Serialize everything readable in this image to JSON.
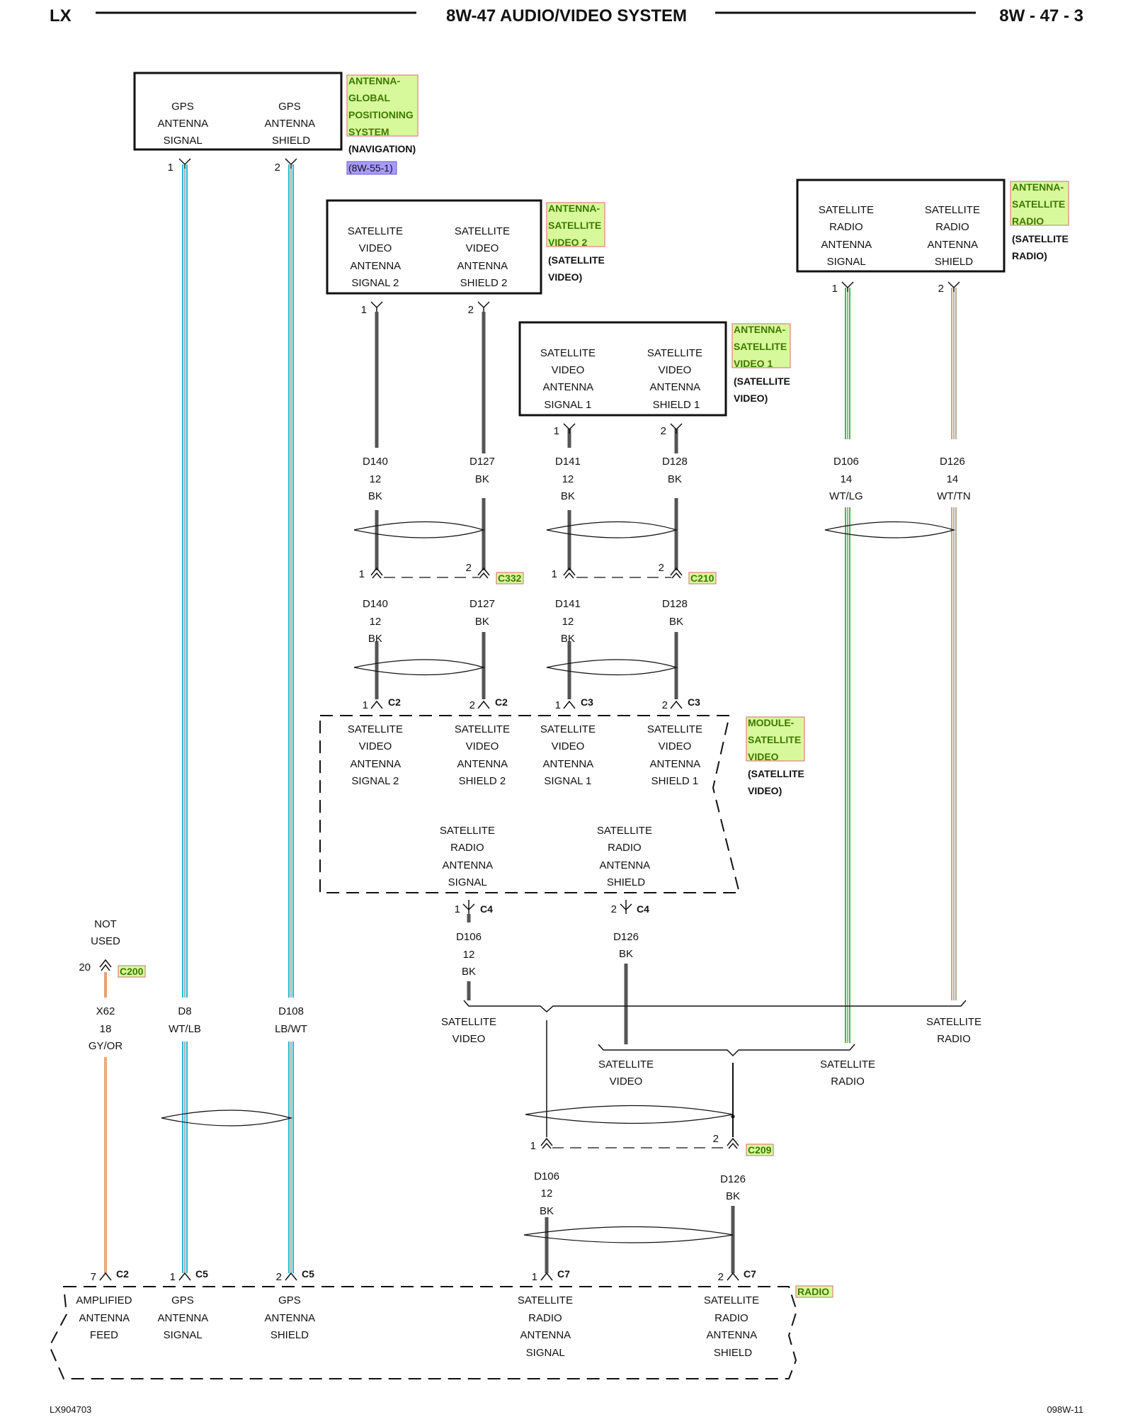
{
  "header": {
    "left": "LX",
    "title": "8W-47 AUDIO/VIDEO SYSTEM",
    "right": "8W - 47 - 3"
  },
  "footer": {
    "left": "LX904703",
    "right": "098W-11"
  },
  "gps_box": {
    "sig": [
      "GPS",
      "ANTENNA",
      "SIGNAL"
    ],
    "shd": [
      "GPS",
      "ANTENNA",
      "SHIELD"
    ],
    "label": [
      "ANTENNA-",
      "GLOBAL",
      "POSITIONING",
      "SYSTEM"
    ],
    "sub": "(NAVIGATION)",
    "ref": "(8W-55-1)",
    "pin1": "1",
    "pin2": "2"
  },
  "sv2_box": {
    "sig": [
      "SATELLITE",
      "VIDEO",
      "ANTENNA",
      "SIGNAL 2"
    ],
    "shd": [
      "SATELLITE",
      "VIDEO",
      "ANTENNA",
      "SHIELD 2"
    ],
    "label": [
      "ANTENNA-",
      "SATELLITE",
      "VIDEO 2"
    ],
    "sub": [
      "(SATELLITE",
      "VIDEO)"
    ],
    "pin1": "1",
    "pin2": "2"
  },
  "sv1_box": {
    "sig": [
      "SATELLITE",
      "VIDEO",
      "ANTENNA",
      "SIGNAL 1"
    ],
    "shd": [
      "SATELLITE",
      "VIDEO",
      "ANTENNA",
      "SHIELD 1"
    ],
    "label": [
      "ANTENNA-",
      "SATELLITE",
      "VIDEO 1"
    ],
    "sub": [
      "(SATELLITE",
      "VIDEO)"
    ],
    "pin1": "1",
    "pin2": "2"
  },
  "sr_box": {
    "sig": [
      "SATELLITE",
      "RADIO",
      "ANTENNA",
      "SIGNAL"
    ],
    "shd": [
      "SATELLITE",
      "RADIO",
      "ANTENNA",
      "SHIELD"
    ],
    "label": [
      "ANTENNA-",
      "SATELLITE",
      "RADIO"
    ],
    "sub": [
      "(SATELLITE",
      "RADIO)"
    ],
    "pin1": "1",
    "pin2": "2"
  },
  "wires_top": {
    "d140": [
      "D140",
      "12",
      "BK"
    ],
    "d127": [
      "D127",
      "",
      "BK"
    ],
    "d141": [
      "D141",
      "12",
      "BK"
    ],
    "d128": [
      "D128",
      "",
      "BK"
    ],
    "d106": [
      "D106",
      "14",
      "WT/LG"
    ],
    "d126": [
      "D126",
      "14",
      "WT/TN"
    ]
  },
  "c332": {
    "name": "C332",
    "pin1": "1",
    "pin2": "2"
  },
  "c210": {
    "name": "C210",
    "pin1": "1",
    "pin2": "2"
  },
  "wires_mid": {
    "d140": [
      "D140",
      "12",
      "BK"
    ],
    "d127": [
      "D127",
      "",
      "BK"
    ],
    "d141": [
      "D141",
      "12",
      "BK"
    ],
    "d128": [
      "D128",
      "",
      "BK"
    ]
  },
  "module_pins": {
    "c2a": [
      "1",
      "C2"
    ],
    "c2b": [
      "2",
      "C2"
    ],
    "c3a": [
      "1",
      "C3"
    ],
    "c3b": [
      "2",
      "C3"
    ]
  },
  "module": {
    "svs2": [
      "SATELLITE",
      "VIDEO",
      "ANTENNA",
      "SIGNAL 2"
    ],
    "svsh2": [
      "SATELLITE",
      "VIDEO",
      "ANTENNA",
      "SHIELD 2"
    ],
    "svs1": [
      "SATELLITE",
      "VIDEO",
      "ANTENNA",
      "SIGNAL 1"
    ],
    "svsh1": [
      "SATELLITE",
      "VIDEO",
      "ANTENNA",
      "SHIELD 1"
    ],
    "srs": [
      "SATELLITE",
      "RADIO",
      "ANTENNA",
      "SIGNAL"
    ],
    "srsh": [
      "SATELLITE",
      "RADIO",
      "ANTENNA",
      "SHIELD"
    ],
    "label": [
      "MODULE-",
      "SATELLITE",
      "VIDEO"
    ],
    "sub": [
      "(SATELLITE",
      "VIDEO)"
    ]
  },
  "c4": {
    "a": [
      "1",
      "C4"
    ],
    "b": [
      "2",
      "C4"
    ]
  },
  "mod_out": {
    "d106": [
      "D106",
      "12",
      "BK"
    ],
    "d126": [
      "D126",
      "BK"
    ]
  },
  "not_used": [
    "NOT",
    "USED"
  ],
  "c200": {
    "pin": "20",
    "name": "C200"
  },
  "left_wires": {
    "x62": [
      "X62",
      "18",
      "GY/OR"
    ],
    "d8": [
      "D8",
      "WT/LB"
    ],
    "d108": [
      "D108",
      "LB/WT"
    ]
  },
  "splices": {
    "sat_video_left": [
      "SATELLITE",
      "VIDEO"
    ],
    "sat_radio_right": [
      "SATELLITE",
      "RADIO"
    ],
    "sat_video_mid": [
      "SATELLITE",
      "VIDEO"
    ],
    "sat_radio_mid": [
      "SATELLITE",
      "RADIO"
    ]
  },
  "c209": {
    "name": "C209",
    "pin1": "1",
    "pin2": "2"
  },
  "bottom_wires": {
    "d106": [
      "D106",
      "12",
      "BK"
    ],
    "d126": [
      "D126",
      "BK"
    ]
  },
  "radio_pins": {
    "c2": [
      "7",
      "C2"
    ],
    "c5a": [
      "1",
      "C5"
    ],
    "c5b": [
      "2",
      "C5"
    ],
    "c7a": [
      "1",
      "C7"
    ],
    "c7b": [
      "2",
      "C7"
    ]
  },
  "radio": {
    "label": "RADIO",
    "amp": [
      "AMPLIFIED",
      "ANTENNA",
      "FEED"
    ],
    "gps_sig": [
      "GPS",
      "ANTENNA",
      "SIGNAL"
    ],
    "gps_shd": [
      "GPS",
      "ANTENNA",
      "SHIELD"
    ],
    "sr_sig": [
      "SATELLITE",
      "RADIO",
      "ANTENNA",
      "SIGNAL"
    ],
    "sr_shd": [
      "SATELLITE",
      "RADIO",
      "ANTENNA",
      "SHIELD"
    ]
  },
  "colors": {
    "wire_bk": "#555555",
    "wire_cyan": "#24b9d1",
    "wire_green": "#3fbf3f",
    "wire_tan": "#d8c9a3",
    "wire_orange": "#e8a070",
    "highlight": "#d8f99b"
  }
}
